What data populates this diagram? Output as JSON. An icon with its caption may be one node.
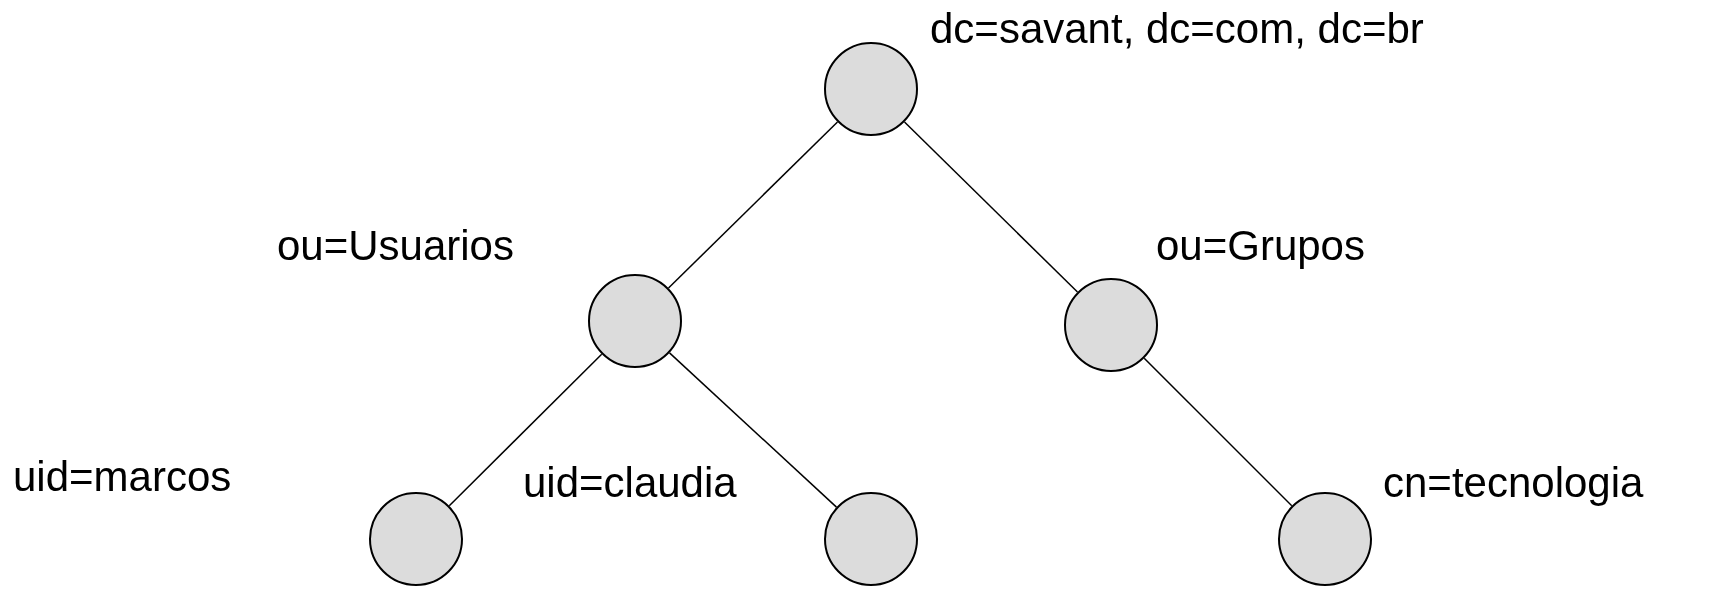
{
  "diagram": {
    "nodes": [
      {
        "text": [],
        "shape": "circle",
        "beside": [
          "dc=savant, dc=com, dc=br"
        ]
      },
      {
        "text": [],
        "shape": "circle",
        "beside": [
          "ou=Usuarios"
        ]
      },
      {
        "text": [],
        "shape": "circle",
        "beside": [
          "ou=Grupos"
        ]
      },
      {
        "text": [],
        "shape": "circle",
        "beside": [
          "uid=marcos"
        ]
      },
      {
        "text": [],
        "shape": "circle",
        "beside": [
          "uid=claudia"
        ]
      },
      {
        "text": [],
        "shape": "circle",
        "beside": [
          "cn=tecnologia"
        ]
      }
    ],
    "edges": [
      {
        "from": 0,
        "to": 1,
        "arrow": "none"
      },
      {
        "from": 0,
        "to": 2,
        "arrow": "none"
      },
      {
        "from": 1,
        "to": 3,
        "arrow": "none"
      },
      {
        "from": 1,
        "to": 4,
        "arrow": "none"
      },
      {
        "from": 2,
        "to": 5,
        "arrow": "none"
      }
    ]
  }
}
